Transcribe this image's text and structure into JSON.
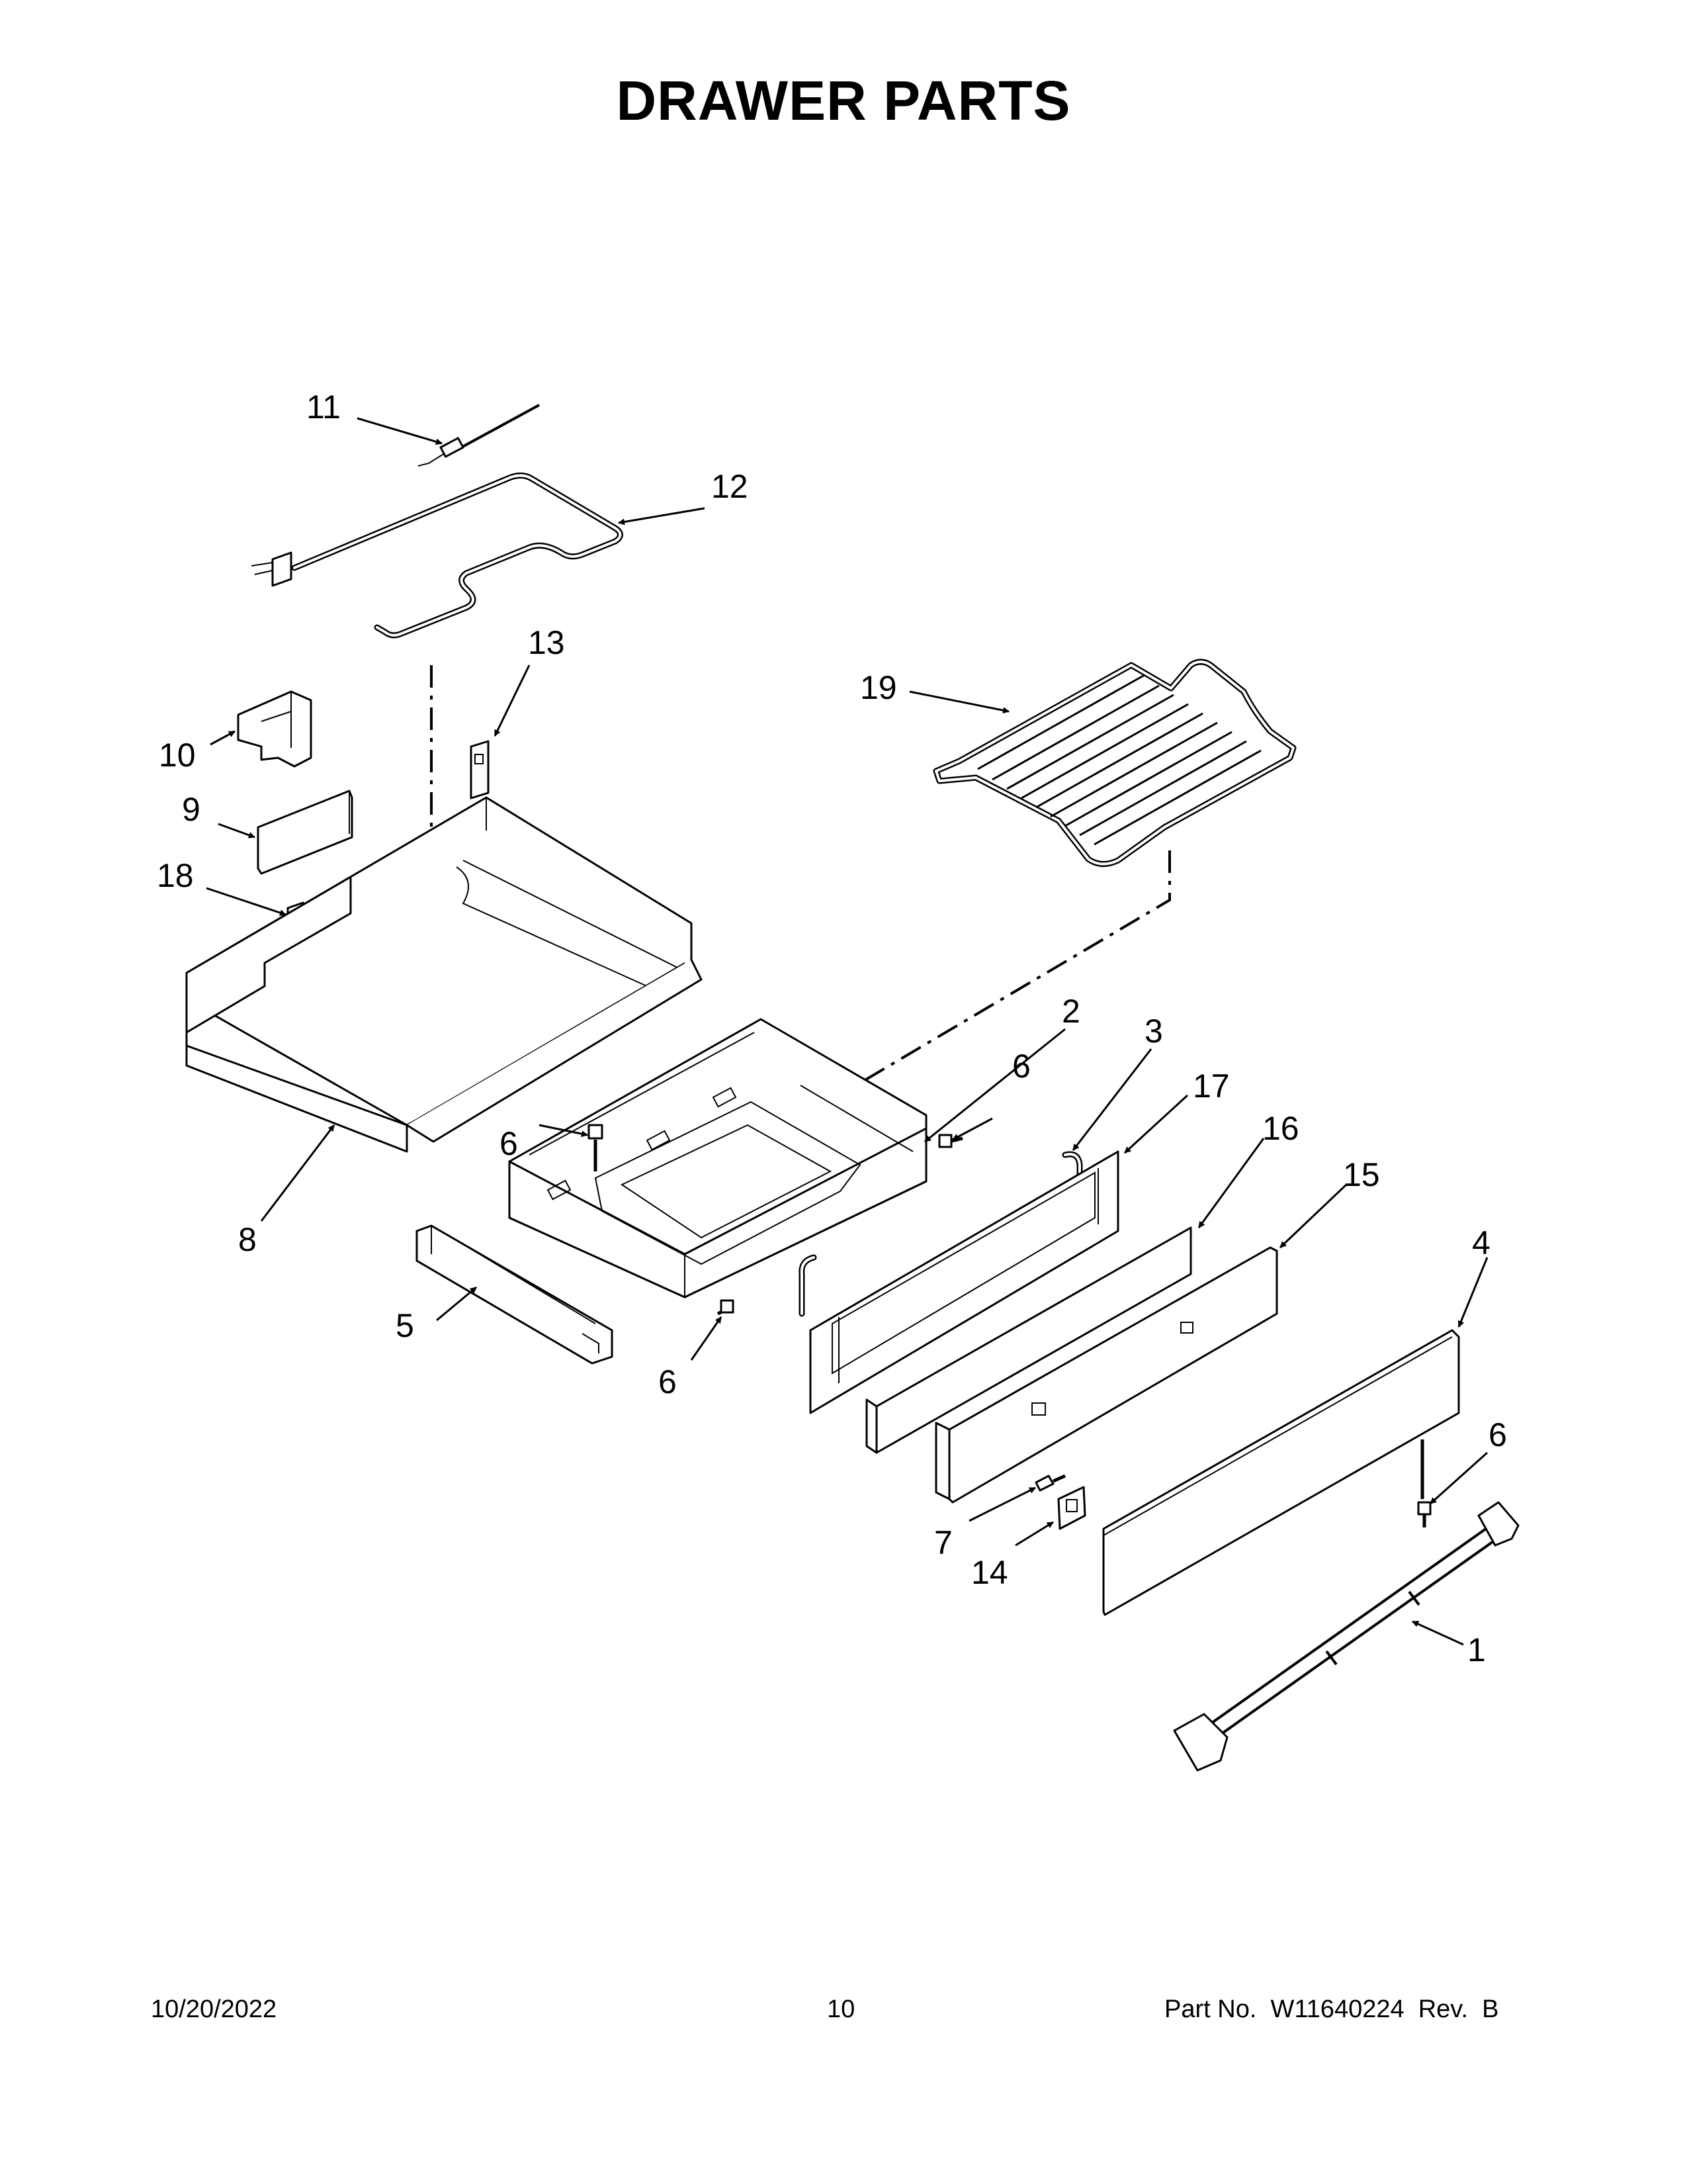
{
  "title": "DRAWER PARTS",
  "footer": {
    "date": "10/20/2022",
    "page": "10",
    "part_no": "Part No.  W11640224  Rev.  B"
  },
  "callouts": [
    "1",
    "2",
    "3",
    "4",
    "5",
    "6",
    "7",
    "8",
    "9",
    "10",
    "11",
    "12",
    "13",
    "14",
    "15",
    "16",
    "17",
    "18",
    "19"
  ]
}
